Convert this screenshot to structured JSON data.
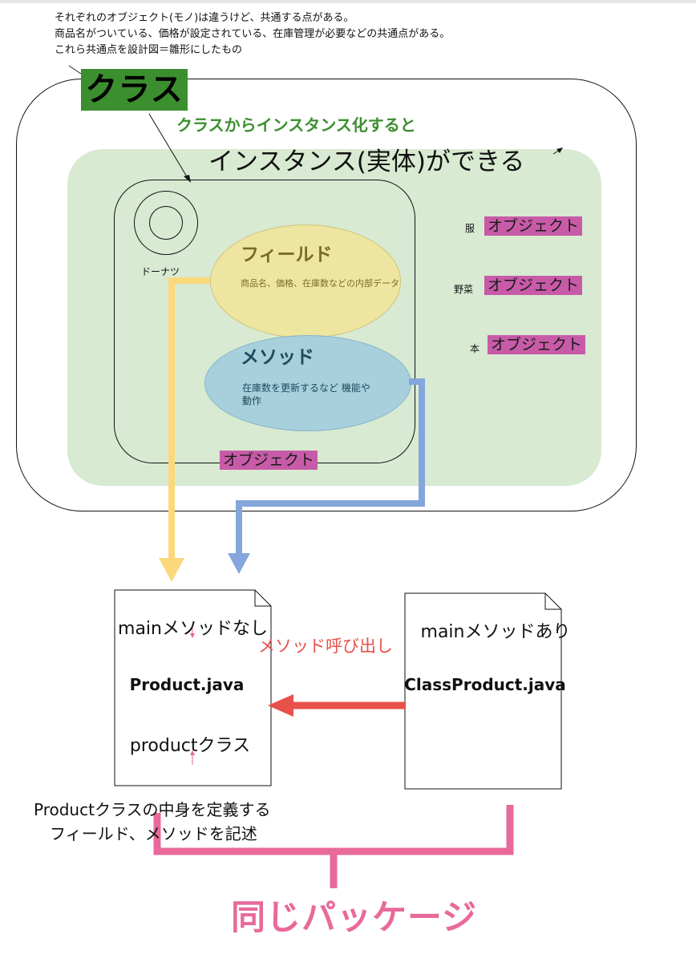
{
  "intro": {
    "lines": [
      "それぞれのオブジェクト(モノ)は違うけど、共通する点がある。",
      "商品名がついている、価格が設定されている、在庫管理が必要などの共通点がある。",
      "これら共通点を設計図＝雛形にしたもの"
    ]
  },
  "class_box": {
    "badge": "クラス",
    "heading": "クラスからインスタンス化すると",
    "instance_heading": "インスタンス(実体)ができる",
    "donut_label": "ドーナツ",
    "field": {
      "title": "フィールド",
      "desc": "商品名、価格、在庫数などの内部データ"
    },
    "method": {
      "title": "メソッド",
      "desc": "在庫数を更新するなど 機能や動作"
    },
    "object_badge": "オブジェクト"
  },
  "objects": [
    {
      "label": "服",
      "badge": "オブジェクト"
    },
    {
      "label": "野菜",
      "badge": "オブジェクト"
    },
    {
      "label": "本",
      "badge": "オブジェクト"
    }
  ],
  "files": {
    "product": {
      "top": "mainメソッドなし",
      "name": "Product.java",
      "bottom": "productクラス"
    },
    "class_product": {
      "top": "mainメソッドあり",
      "name": "ClassProduct.java"
    }
  },
  "call_label": "メソッド呼び出し",
  "product_desc": [
    "Productクラスの中身を定義する",
    "フィールド、メソッドを記述"
  ],
  "package_label": "同じパッケージ",
  "colors": {
    "green": "#3b8f2e",
    "light_green": "#d8ead2",
    "field_yellow": "#eee6a0",
    "method_blue": "#a7cfdc",
    "object_magenta": "#c85ba8",
    "arrow_yellow": "#fbd97a",
    "arrow_blue": "#84a6dc",
    "arrow_red": "#e8504a",
    "package_pink": "#e8699a"
  }
}
